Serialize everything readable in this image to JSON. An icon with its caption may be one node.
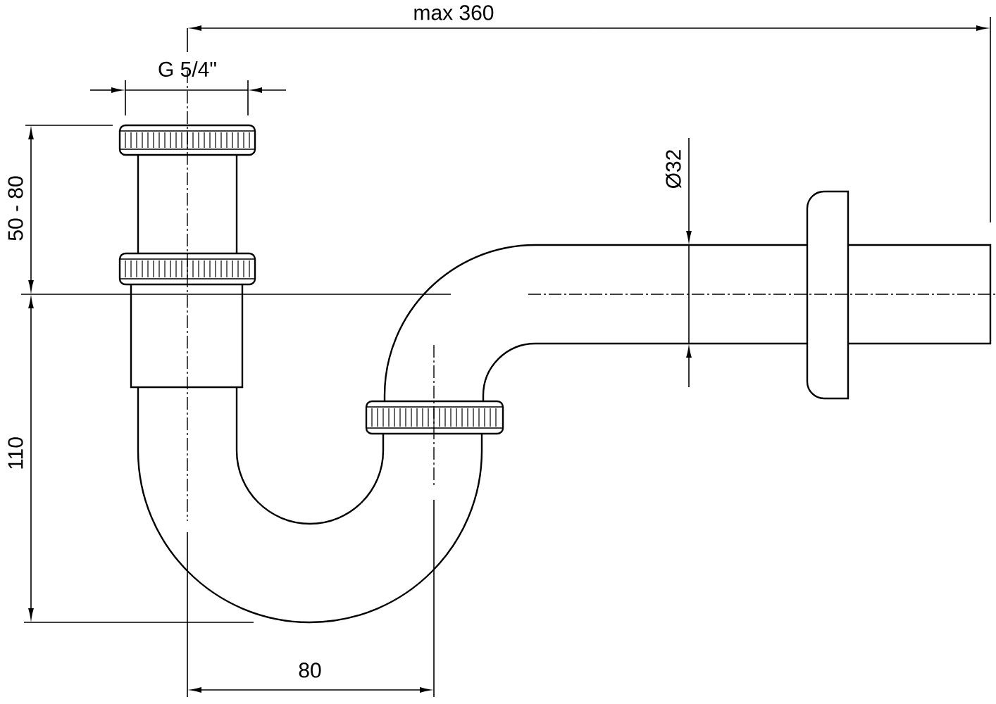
{
  "diagram": {
    "labels": [
      "max 360",
      "G 5/4\"",
      "50 - 80",
      "Ø32",
      "110",
      "80"
    ]
  }
}
